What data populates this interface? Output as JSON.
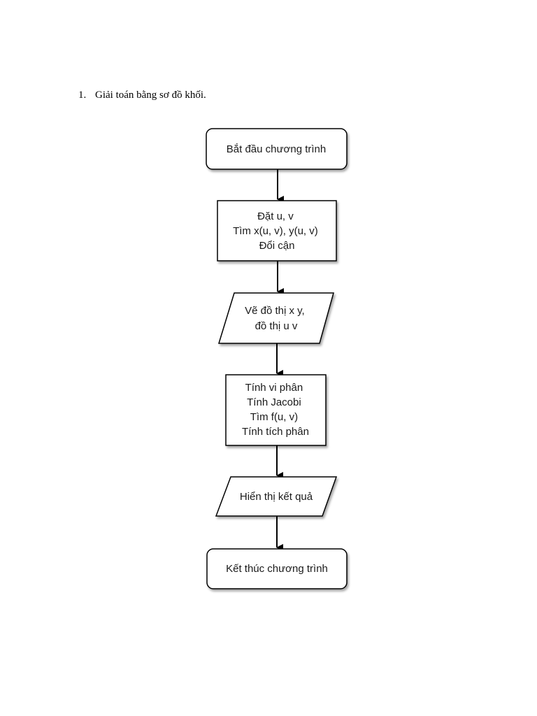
{
  "heading": {
    "number": "1.",
    "text": "Giải toán bằng sơ đồ khối."
  },
  "flowchart": {
    "nodes": [
      {
        "id": "start",
        "shape": "rounded-rect",
        "lines": [
          "Bắt đầu chương trình"
        ]
      },
      {
        "id": "substitute",
        "shape": "rect",
        "lines": [
          "Đặt u, v",
          "Tìm x(u, v), y(u, v)",
          "Đổi cận"
        ]
      },
      {
        "id": "plot",
        "shape": "parallelogram",
        "lines": [
          "Vẽ đồ thị x y,",
          "đồ thị u v"
        ]
      },
      {
        "id": "compute",
        "shape": "rect",
        "lines": [
          "Tính vi phân",
          "Tính Jacobi",
          "Tìm f(u, v)",
          "Tính tích phân"
        ]
      },
      {
        "id": "display",
        "shape": "parallelogram",
        "lines": [
          "Hiển thị kết quả"
        ]
      },
      {
        "id": "end",
        "shape": "rounded-rect",
        "lines": [
          "Kết thúc chương trình"
        ]
      }
    ]
  }
}
